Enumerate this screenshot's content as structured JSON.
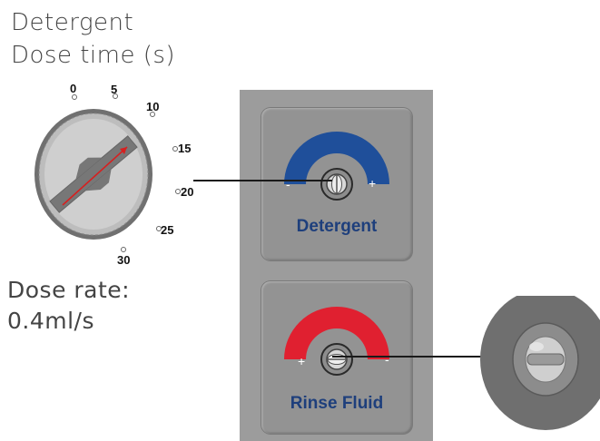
{
  "heading": {
    "line1": "Detergent",
    "line2": "Dose time (s)"
  },
  "dial": {
    "scale": [
      "0",
      "5",
      "10",
      "15",
      "20",
      "25",
      "30"
    ]
  },
  "rate": {
    "line1": "Dose rate:",
    "line2": "0.4ml/s"
  },
  "modules": [
    {
      "label": "Detergent",
      "minus": "-",
      "plus": "+",
      "arc_color": "#1f4f9a"
    },
    {
      "label": "Rinse Fluid",
      "minus": "-",
      "plus": "+",
      "arc_color": "#e02030"
    }
  ],
  "colors": {
    "panel": "#9c9c9c",
    "pointer": "#d62020",
    "label_text": "#1e3f7c"
  }
}
